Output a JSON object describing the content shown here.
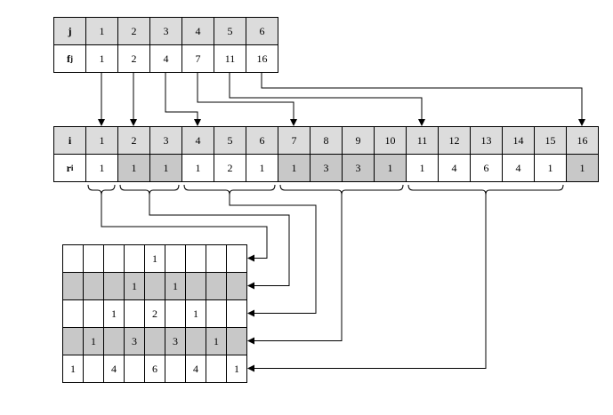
{
  "top_table": {
    "row_header": "j",
    "row2_header_main": "f",
    "row2_header_sub": "j",
    "j_values": [
      "1",
      "2",
      "3",
      "4",
      "5",
      "6"
    ],
    "f_values": [
      "1",
      "2",
      "4",
      "7",
      "11",
      "16"
    ]
  },
  "mid_table": {
    "row_header": "i",
    "row2_header_main": "r",
    "row2_header_sub": "i",
    "i_values": [
      "1",
      "2",
      "3",
      "4",
      "5",
      "6",
      "7",
      "8",
      "9",
      "10",
      "11",
      "12",
      "13",
      "14",
      "15",
      "16"
    ],
    "r_values": [
      "1",
      "1",
      "1",
      "1",
      "2",
      "1",
      "1",
      "3",
      "3",
      "1",
      "1",
      "4",
      "6",
      "4",
      "1",
      "1"
    ],
    "shaded_indices": [
      1,
      2,
      6,
      7,
      8,
      9,
      15
    ]
  },
  "grid": {
    "rows": [
      [
        "",
        "",
        "",
        "",
        "1",
        "",
        "",
        "",
        ""
      ],
      [
        "",
        "",
        "",
        "1",
        "",
        "1",
        "",
        "",
        ""
      ],
      [
        "",
        "",
        "1",
        "",
        "2",
        "",
        "1",
        "",
        ""
      ],
      [
        "",
        "1",
        "",
        "3",
        "",
        "3",
        "",
        "1",
        ""
      ],
      [
        "1",
        "",
        "4",
        "",
        "6",
        "",
        "4",
        "",
        "1"
      ]
    ],
    "shaded_rows": [
      1,
      3
    ]
  }
}
